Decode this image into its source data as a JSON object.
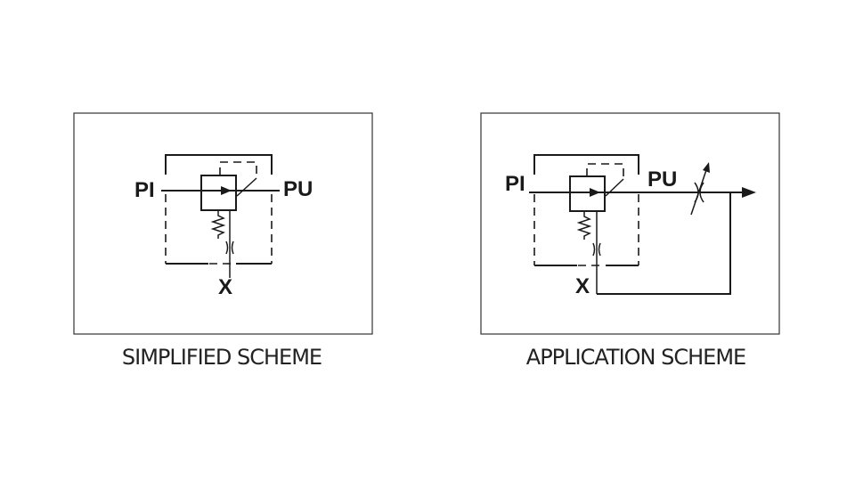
{
  "simplified": {
    "caption": "SIMPLIFIED SCHEME",
    "port_in": "PI",
    "port_out": "PU",
    "port_pilot": "X"
  },
  "application": {
    "caption": "APPLICATION SCHEME",
    "port_in": "PI",
    "port_out": "PU",
    "port_pilot": "X"
  }
}
